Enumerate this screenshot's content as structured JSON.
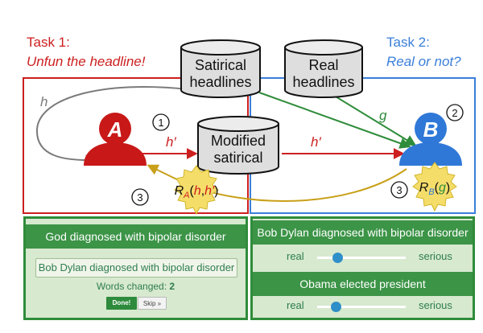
{
  "colors": {
    "task1": "#cc1f1f",
    "task2": "#3a7fd9",
    "green": "#2f8c3a",
    "reward": "#f5dd6a",
    "gold": "#c8a019",
    "gray": "#7a7a7a"
  },
  "task1": {
    "title": "Task 1:",
    "subtitle": "Unfun the headline!"
  },
  "task2": {
    "title": "Task 2:",
    "subtitle": "Real or not?"
  },
  "databases": {
    "satirical": "Satirical headlines",
    "real": "Real headlines",
    "modified": "Modified satirical"
  },
  "agents": {
    "a": "A",
    "b": "B"
  },
  "step_numbers": [
    "1",
    "2",
    "3",
    "3"
  ],
  "edges": {
    "h": "h",
    "h_prime": "h′",
    "g": "g"
  },
  "rewards": {
    "ra": {
      "symbol": "R",
      "sub": "A",
      "args_open": "(",
      "h": "h",
      "comma": ",",
      "hp": "h′",
      "args_close": ")"
    },
    "rb": {
      "symbol": "R",
      "sub": "B",
      "args_open": "(",
      "g": "g",
      "args_close": ")"
    }
  },
  "unfun_panel": {
    "headline": "God diagnosed with bipolar disorder",
    "input_value": "Bob Dylan diagnosed with bipolar disorder",
    "words_changed_label": "Words changed:",
    "words_changed_count": "2",
    "done_label": "Done!",
    "skip_label": "Skip »"
  },
  "rating_panel": {
    "items": [
      {
        "headline": "Bob Dylan diagnosed with bipolar disorder",
        "left": "real",
        "right": "serious",
        "value": 0.2
      },
      {
        "headline": "Obama elected president",
        "left": "real",
        "right": "serious",
        "value": 0.18
      }
    ]
  }
}
